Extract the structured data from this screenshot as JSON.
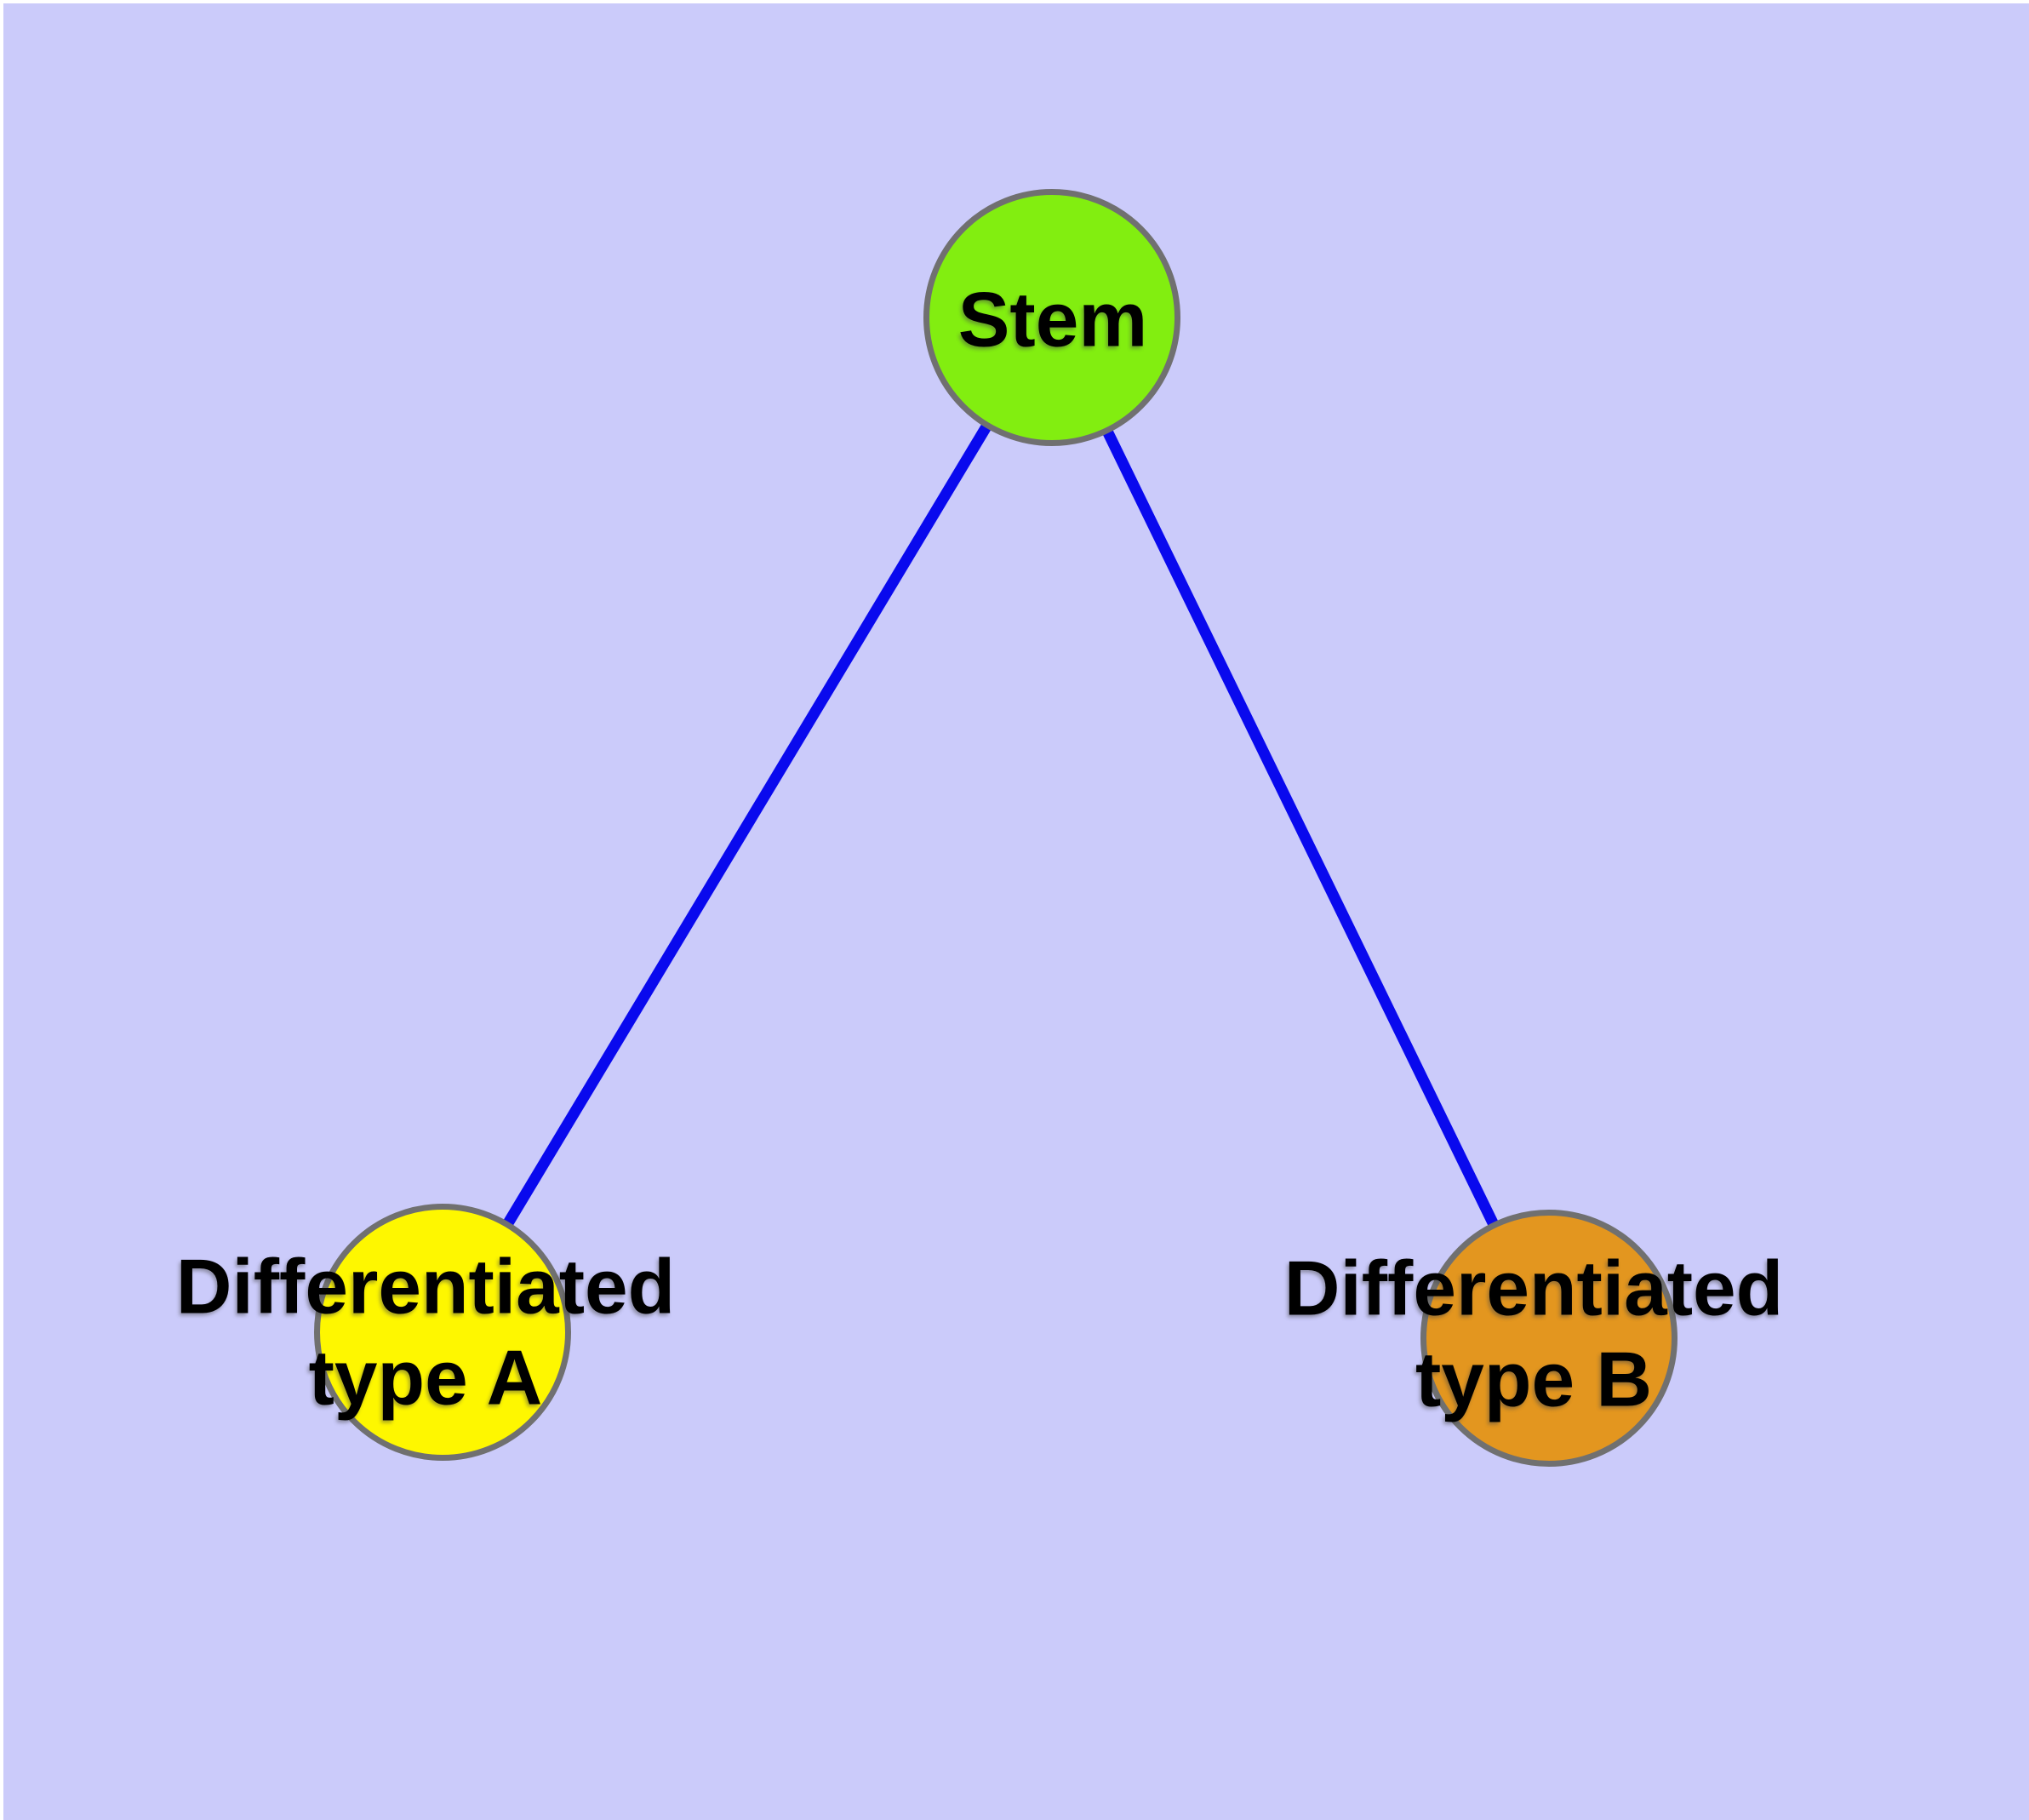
{
  "window": {
    "frame_color": "#FFFFFF"
  },
  "diagram": {
    "background": "#CBCBFA",
    "text_color": "#000000",
    "node_border_color": "#707070",
    "edge_color": "#0909EE",
    "nodes": [
      {
        "id": "stem",
        "label": "Stem",
        "fill": "#82EE10",
        "border": "#707070"
      },
      {
        "id": "differentiated-type-a",
        "label_line1": "Differentiated",
        "label_line2": "type A",
        "fill": "#FEF700",
        "border": "#707070"
      },
      {
        "id": "differentiated-type-b",
        "label_line1": "Differentiated",
        "label_line2": "type B",
        "fill": "#E3961F",
        "border": "#707070"
      }
    ],
    "edges": [
      {
        "id": "stem-to-type-a",
        "from": "stem",
        "to": "differentiated-type-a",
        "color": "#0909EE"
      },
      {
        "id": "stem-to-type-b",
        "from": "stem",
        "to": "differentiated-type-b",
        "color": "#0909EE"
      }
    ]
  }
}
